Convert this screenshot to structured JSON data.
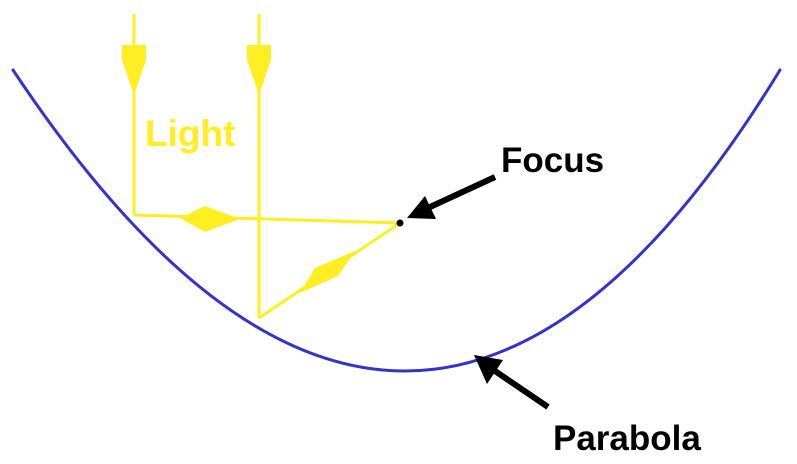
{
  "labels": {
    "light": "Light",
    "focus": "Focus",
    "parabola": "Parabola"
  },
  "colors": {
    "background": "#ffffff",
    "parabola": "#3333cc",
    "light_rays": "#ffee22",
    "text": "#000000",
    "pointer_arrows": "#000000"
  }
}
